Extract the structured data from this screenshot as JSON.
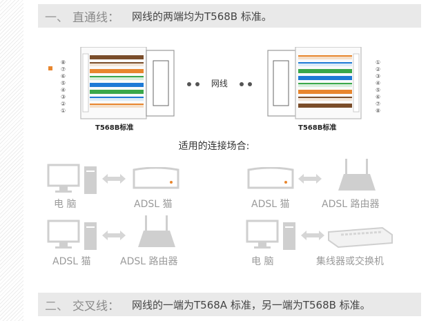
{
  "top_banner": {
    "num": "一、",
    "title": "直通线：",
    "desc": "网线的两端均为T568B 标准。"
  },
  "bottom_banner": {
    "num": "二、",
    "title": "交叉线：",
    "desc": "网线的一端为T568A 标准，另一端为T568B 标准。"
  },
  "connectors": {
    "left_caption": "T568B标准",
    "right_caption": "T568B标准",
    "middle_label": "网线",
    "pin_numbers_left": [
      "⑧",
      "⑦",
      "⑥",
      "⑤",
      "④",
      "③",
      "②",
      "①"
    ],
    "pin_numbers_right": [
      "①",
      "②",
      "③",
      "④",
      "⑤",
      "⑥",
      "⑦",
      "⑧"
    ]
  },
  "scenarios": {
    "title": "适用的连接场合:",
    "pairs": [
      {
        "left": "电  脑",
        "right": "ADSL 猫"
      },
      {
        "left": "ADSL 猫",
        "right": "ADSL 路由器"
      },
      {
        "left": "ADSL 猫",
        "right": "ADSL 路由器"
      },
      {
        "left": "电  脑",
        "right": "集线器或交换机"
      }
    ]
  },
  "colors": {
    "banner_bg": "#e9e9e9",
    "orange": "#e8862e",
    "green": "#3aa84a",
    "blue": "#1e7ad6",
    "brown": "#7a4d2a",
    "device_gray": "#cfcfcf",
    "arrow_gray": "#d6d6d6"
  }
}
